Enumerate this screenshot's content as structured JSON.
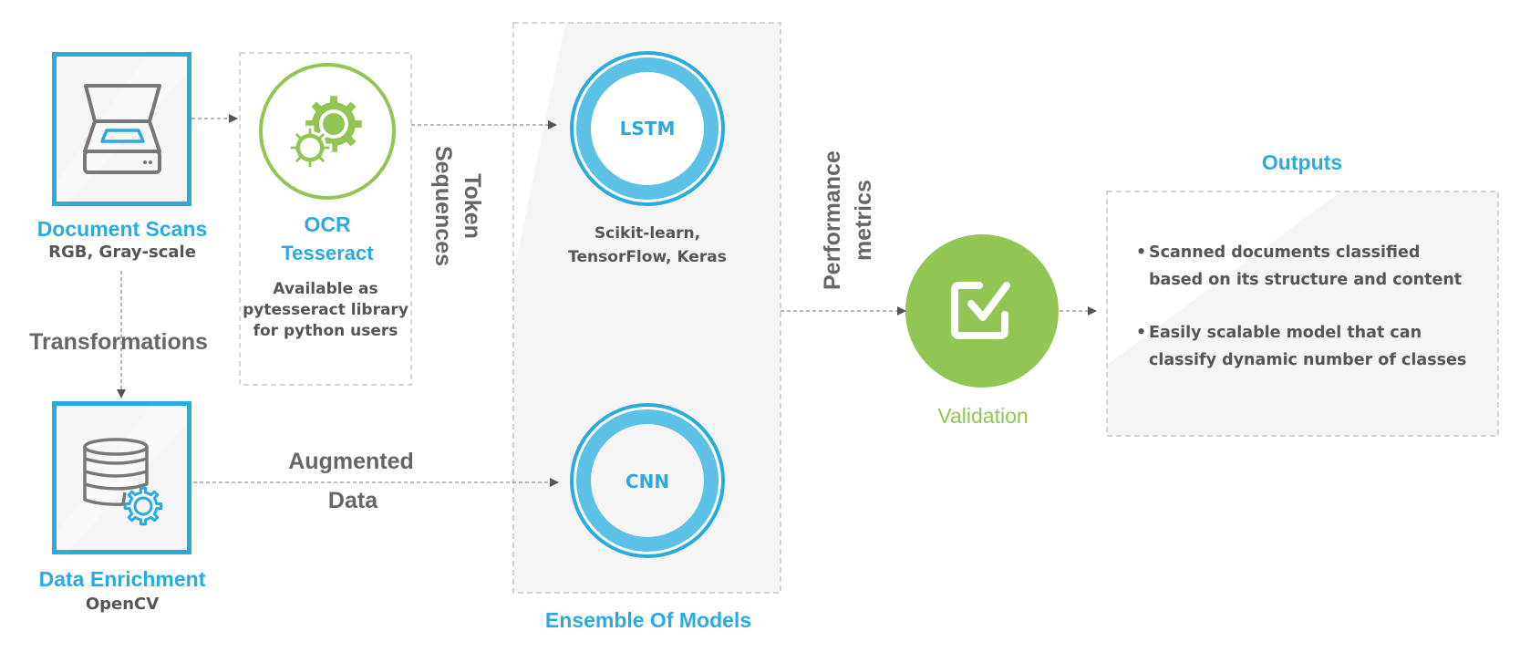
{
  "diagram": {
    "colors": {
      "blue": "#29abe2",
      "light_blue": "#5dc0e6",
      "green": "#92c554",
      "gray_text": "#555555",
      "gray_label": "#666666",
      "dash": "#a0a0a0",
      "panel_fill": "#f5f5f5"
    },
    "document_scans": {
      "icon": "scanner-icon",
      "title": "Document Scans",
      "subtitle": "RGB, Gray-scale"
    },
    "transformations_label": "Transformations",
    "data_enrichment": {
      "icon": "database-gear-icon",
      "title": "Data Enrichment",
      "subtitle": "OpenCV"
    },
    "ocr": {
      "icon": "gears-icon",
      "title_line1": "OCR",
      "title_line2": "Tesseract",
      "desc_lines": [
        "Available as",
        "pytesseract library",
        "for python users"
      ]
    },
    "token_sequences": {
      "line1": "Token",
      "line2": "Sequences"
    },
    "augmented_data": {
      "line1": "Augmented",
      "line2": "Data"
    },
    "ensemble": {
      "label": "Ensemble Of Models",
      "models": [
        {
          "name": "LSTM",
          "caption_lines": [
            "Scikit-learn,",
            "TensorFlow, Keras"
          ]
        },
        {
          "name": "CNN",
          "caption_lines": []
        }
      ]
    },
    "performance_metrics": {
      "line1": "Performance",
      "line2": "metrics"
    },
    "validation": {
      "icon": "checkbox-check-icon",
      "label": "Validation"
    },
    "outputs": {
      "title": "Outputs",
      "bullet_char": "•",
      "items": [
        {
          "line1": "Scanned documents classified",
          "line2": "based on its structure and content"
        },
        {
          "line1": "Easily scalable model that can",
          "line2": "classify dynamic number of classes"
        }
      ]
    }
  }
}
